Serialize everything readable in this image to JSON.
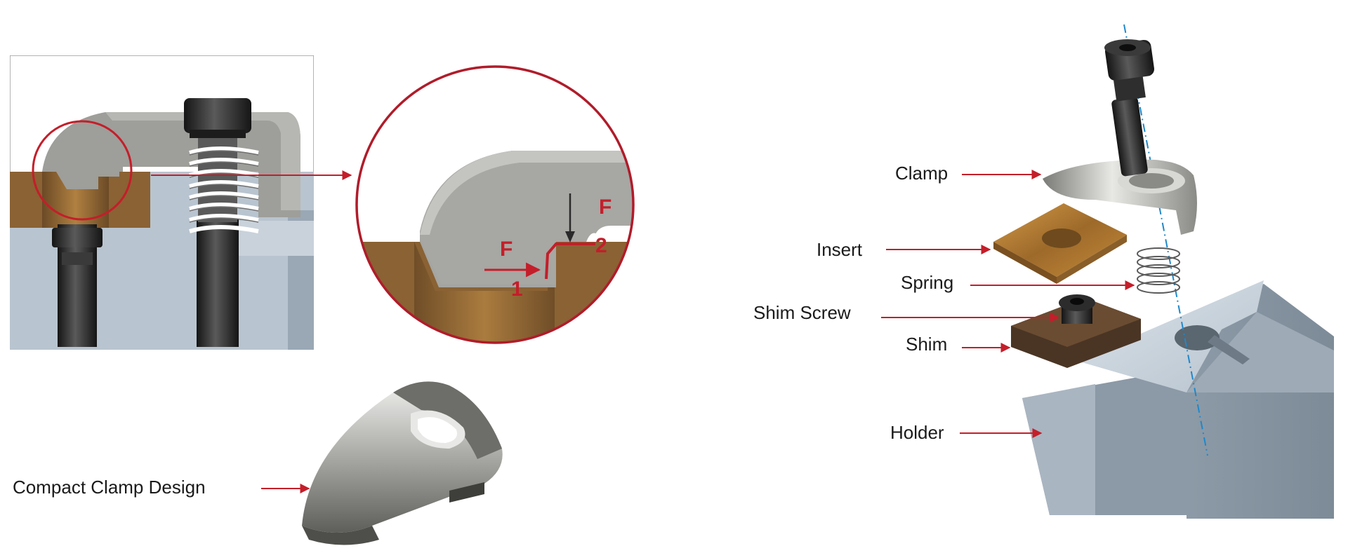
{
  "colors": {
    "leader": "#c41e2a",
    "accent_red": "#c41e2a",
    "steel_gray": "#a0a0a0",
    "holder_blue_gray": "#b8c4cf",
    "bronze": "#8a6234",
    "dark_screw": "#2c2c2c",
    "axis_blue": "#1f88c9"
  },
  "left_panel": {
    "detail_force_labels": {
      "f_horizontal": "F",
      "f_vertical": "F",
      "step_1": "1",
      "step_2": "2"
    },
    "compact_clamp_label": "Compact Clamp Design"
  },
  "exploded_view": {
    "labels": {
      "clamp": "Clamp",
      "insert": "Insert",
      "spring": "Spring",
      "shim_screw": "Shim Screw",
      "shim": "Shim",
      "holder": "Holder"
    }
  },
  "icons": [
    "zoom-circle-icon",
    "arrow-icon",
    "coil-spring-icon",
    "clamp-screw-icon"
  ]
}
